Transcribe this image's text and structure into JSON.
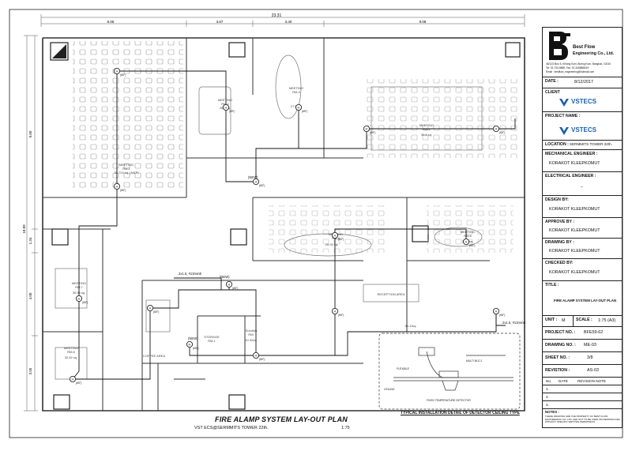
{
  "plan": {
    "overall_dim": "23.31",
    "top_dims": [
      "6.05",
      "3.67",
      "3.40",
      "9.08"
    ],
    "left_dims": [
      "9.60",
      "1.34",
      "4.00",
      "3.55"
    ],
    "left_dim_total": "18.89",
    "title": "FIRE ALAMP SYSTEM LAY-OUT PLAN",
    "subtitle": "VST ECS@SERMMITS TOWER 22th.",
    "scale": "1:75",
    "rooms": {
      "meeting1": [
        "MEETING",
        "RM.1",
        "33.724 sq. (M&P)"
      ],
      "meeting2": [
        "MEETING",
        "RM.2",
        "28.3 sq."
      ],
      "meeting3": [
        "MEETING",
        "RM.3",
        "27.5 sq."
      ],
      "meeting4": [
        "MEETING",
        "RM.4",
        "39.8 sq."
      ],
      "meeting5": [
        "MEETING",
        "RM.5",
        "25.93 sq."
      ],
      "meeting6": [
        "MEETING",
        "RM.6",
        "27.2 sq."
      ],
      "meeting7": [
        "MEETING",
        "RM.7",
        "30.98 sq."
      ],
      "meeting8": [
        "MEETING",
        "RM.8",
        "32.62 sq."
      ],
      "reception": "RECEPTION AREA",
      "coffee": "COFFEE AREA",
      "solution": [
        "Solution",
        "RM.",
        "10.32sq."
      ],
      "storage": [
        "STORAGE",
        "RM.1"
      ],
      "area_bottom": "35.11sq."
    },
    "wiring_labels": [
      "2x1.5, #13mmE",
      "2x1.5, #13mmE"
    ],
    "new_tags": [
      "(NEW)",
      "(NEW)",
      "(NEW)"
    ],
    "detector_label": "H",
    "detector_temp": "(65°)"
  },
  "detail": {
    "caption": "TYPICAL INSTALLATION DETAIL OF DETECTOR CEILING TYPE",
    "labels": [
      "FLEXIBLE",
      "CEILING",
      "FIXED TEMPERATURE DETECTOR",
      "MULTI BLD 2"
    ]
  },
  "title_block": {
    "company": "Best Flow",
    "company2": "Engineering Co., Ltd.",
    "address": [
      "46/123 Moo 5, Khlong Kum, Bueng Kum, Bangkok, 10240",
      "Tel: 02-734-9888, Fax: 02-3468888/19",
      "Email : bestflow_engineering@hotmail.com"
    ],
    "date_label": "DATE :",
    "date": "8/12/2017",
    "client_label": "CLIENT",
    "client_logo": "VSTECS",
    "project_label": "PROJECT NAME :",
    "project_logo": "VSTECS",
    "location_label": "LOCATION :",
    "location": "SERMMITS TOWER 22th.",
    "mech_label": "MECHANICAL ENGINEER :",
    "mech_name": "KORAKOT KLEEPKOMUT",
    "elec_label": "ELECTRICAL ENGINEER :",
    "elec_name": "–",
    "design_label": "DESIGN BY:",
    "design_name": "KORAKOT KLEEPKOMUT",
    "approve_label": "APPROVE BY :",
    "approve_name": "KORAKOT KLEEPKOMUT",
    "drawing_label": "DRAWING BY :",
    "drawing_name": "KORAKOT KLEEPKOMUT",
    "checked_label": "CHECKED BY:",
    "checked_name": "KORAKOT KLEEPKOMUT",
    "title_label": "TITLE :",
    "title": "FIRE ALAMP SYSTEM LAY-OUT PLAN",
    "unit_label": "UNIT :",
    "unit": "M",
    "scale_label": "SCALE :",
    "scale": "1:75 (A3)",
    "projno_label": "PROJECT NO. :",
    "projno": "BFE59-62",
    "drawno_label": "DRAWING NO. :",
    "drawno": "ME-03",
    "sheet_label": "SHEET NO. :",
    "sheet": "3/8",
    "revision_label": "REVISTION :",
    "revision": "AS-03",
    "rev_headers": [
      "No.",
      "DATE",
      "REVISION NOTE"
    ],
    "rev_rows": [
      "1.",
      "2.",
      "3."
    ],
    "notes_label": "NOTES :",
    "notes": "THESE DRAWING ARE THE PROPERTY OF BEST FLOW ENGINEERING CO.,LTD. AND NOT TO BE USED OR REPRODUCED WITHOUT SPECIFIC WRITTEN PERMISSION"
  }
}
